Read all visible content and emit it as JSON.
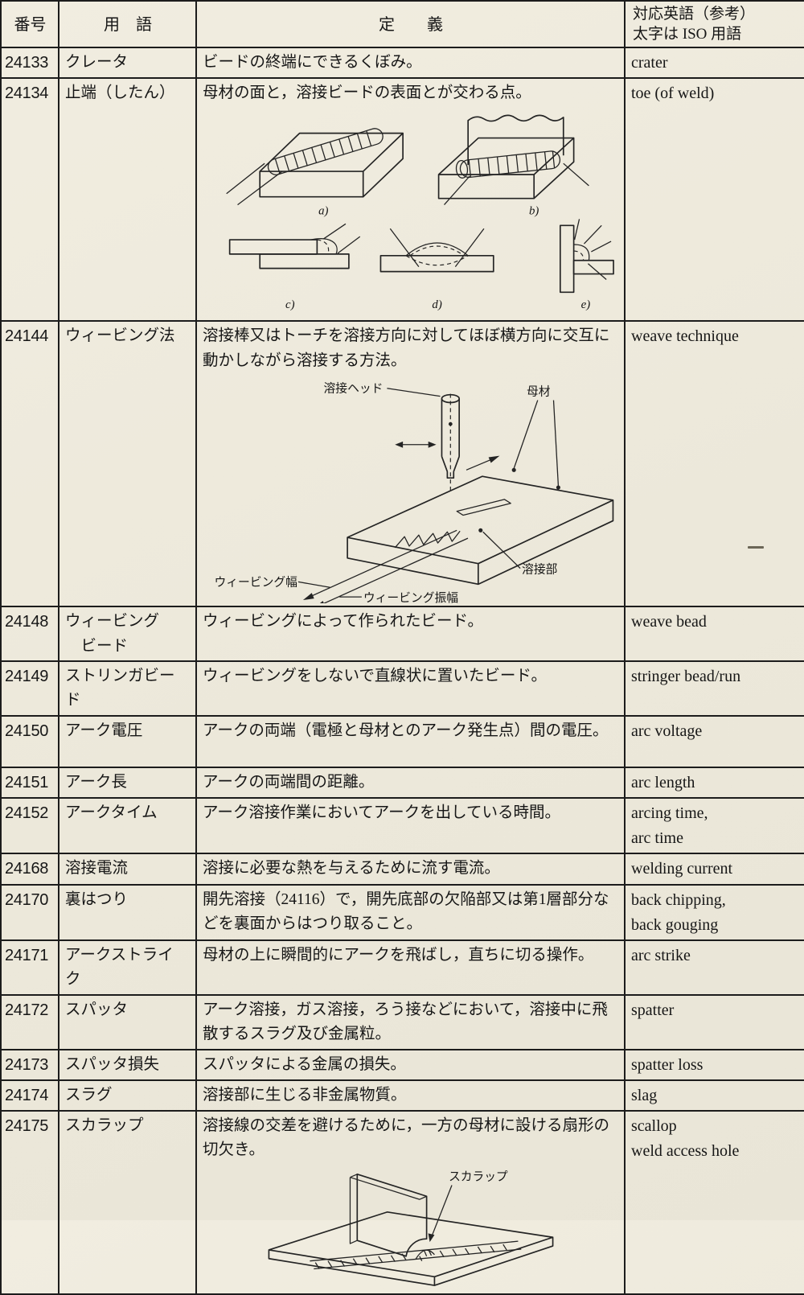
{
  "paper": {
    "background": "#ece8da",
    "ink": "#1c1c1c"
  },
  "header": {
    "number": "番号",
    "term": "用　語",
    "definition": "定　　義",
    "english": "対応英語（参考）\n太字は ISO 用語"
  },
  "rows": [
    {
      "id": "24133",
      "term": "クレータ",
      "def": "ビードの終端にできるくぼみ。",
      "en": "crater"
    },
    {
      "id": "24134",
      "term": "止端（したん）",
      "def": "母材の面と，溶接ビードの表面とが交わる点。",
      "en": "toe (of weld)"
    },
    {
      "id": "24144",
      "term": "ウィービング法",
      "def": "溶接棒又はトーチを溶接方向に対してほぼ横方向に交互に動かしながら溶接する方法。",
      "en": "weave technique"
    },
    {
      "id": "24148",
      "term": "ウィービング\n　ビード",
      "def": "ウィービングによって作られたビード。",
      "en": "weave bead"
    },
    {
      "id": "24149",
      "term": "ストリンガビー\nド",
      "def": "ウィービングをしないで直線状に置いたビード。",
      "en": "stringer bead/run"
    },
    {
      "id": "24150",
      "term": "アーク電圧",
      "def": "アークの両端（電極と母材とのアーク発生点）間の電圧。",
      "en": "arc voltage"
    },
    {
      "id": "24151",
      "term": "アーク長",
      "def": "アークの両端間の距離。",
      "en": "arc length"
    },
    {
      "id": "24152",
      "term": "アークタイム",
      "def": "アーク溶接作業においてアークを出している時間。",
      "en": "arcing time,\narc time"
    },
    {
      "id": "24168",
      "term": "溶接電流",
      "def": "溶接に必要な熱を与えるために流す電流。",
      "en": "welding current"
    },
    {
      "id": "24170",
      "term": "裏はつり",
      "def": "開先溶接（24116）で，開先底部の欠陥部又は第1層部分などを裏面からはつり取ること。",
      "en": "back chipping,\nback gouging"
    },
    {
      "id": "24171",
      "term": "アークストライ\nク",
      "def": "母材の上に瞬間的にアークを飛ばし，直ちに切る操作。",
      "en": "arc strike"
    },
    {
      "id": "24172",
      "term": "スパッタ",
      "def": "アーク溶接，ガス溶接，ろう接などにおいて，溶接中に飛散するスラグ及び金属粒。",
      "en": "spatter"
    },
    {
      "id": "24173",
      "term": "スパッタ損失",
      "def": "スパッタによる金属の損失。",
      "en": "spatter loss"
    },
    {
      "id": "24174",
      "term": "スラグ",
      "def": "溶接部に生じる非金属物質。",
      "en": "slag"
    },
    {
      "id": "24175",
      "term": "スカラップ",
      "def": "溶接線の交差を避けるために，一方の母材に設ける扇形の切欠き。",
      "en": "scallop\nweld access hole"
    }
  ],
  "diagrams": {
    "toe": {
      "a": "a)",
      "b": "b)",
      "c": "c)",
      "d": "d)",
      "e": "e)"
    },
    "weaving": {
      "head": "溶接ヘッド",
      "base_metal": "母材",
      "width": "ウィービング幅",
      "amplitude": "ウィービング振幅",
      "weld_zone": "溶接部"
    },
    "scallop": {
      "label": "スカラップ"
    }
  }
}
